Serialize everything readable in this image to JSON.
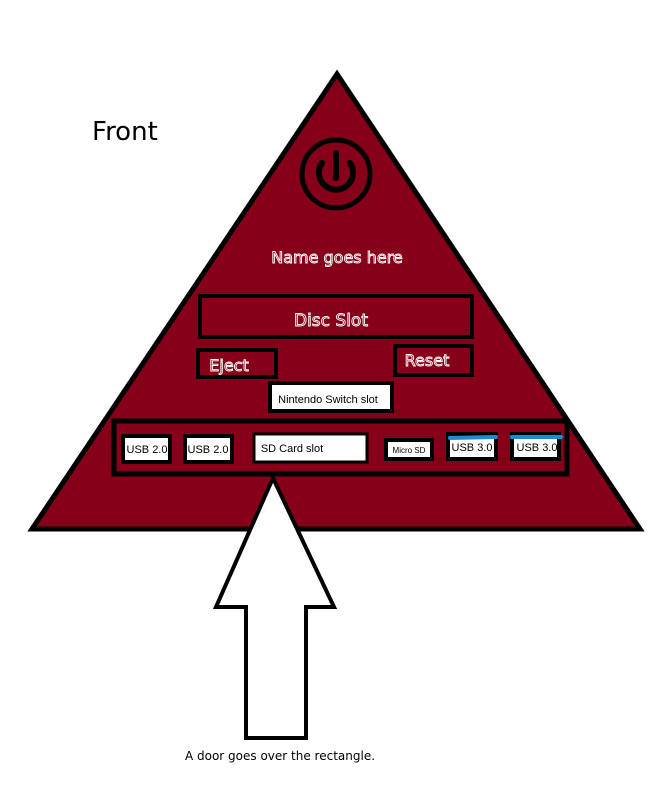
{
  "title": "Front",
  "caption": "A door goes over the rectangle.",
  "console": {
    "name_label": "Name goes here",
    "power_icon": "power-icon",
    "body_color": "#850018",
    "outline_color": "#000000"
  },
  "controls": {
    "disc_slot": "Disc Slot",
    "eject": "Eject",
    "reset": "Reset",
    "switch_slot": "Nintendo Switch slot"
  },
  "ports": {
    "usb2_a": "USB 2.0",
    "usb2_b": "USB 2.0",
    "sd_card": "SD Card slot",
    "micro_sd": "Micro SD",
    "usb3_a": "USB 3.0",
    "usb3_b": "USB 3.0",
    "usb3_marker_color": "#1e8bd0"
  }
}
